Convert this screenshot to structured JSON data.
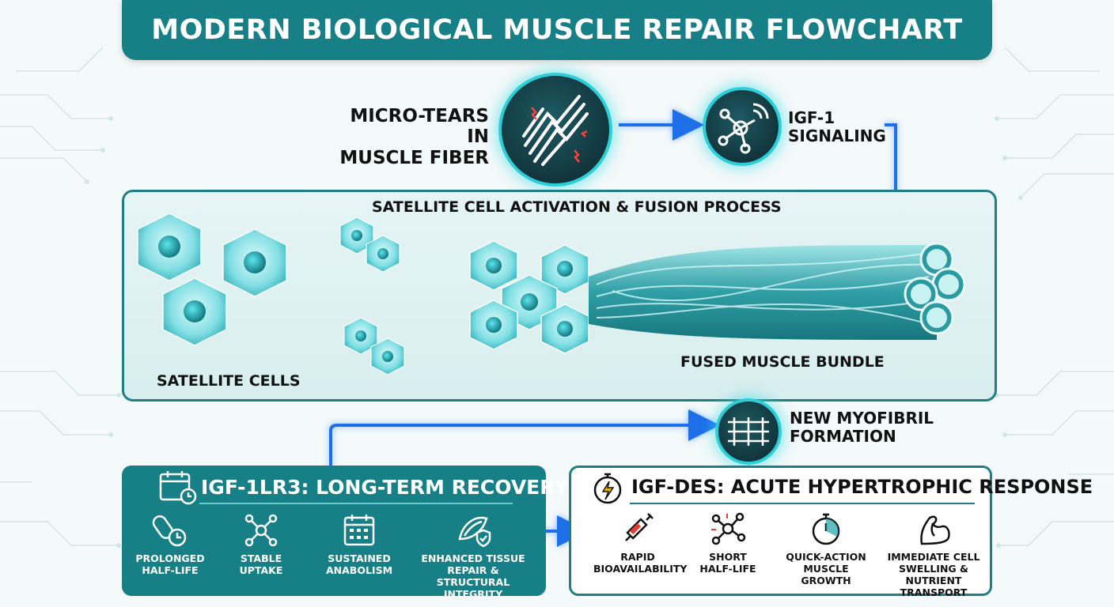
{
  "title": "MODERN BIOLOGICAL MUSCLE REPAIR FLOWCHART",
  "nodes": {
    "micro_tears": [
      "MICRO-TEARS IN",
      "MUSCLE FIBER"
    ],
    "igf_signaling": [
      "IGF-1",
      "SIGNALING"
    ],
    "new_myofibril": [
      "NEW MYOFIBRIL",
      "FORMATION"
    ]
  },
  "process": {
    "title": "SATELLITE CELL ACTIVATION & FUSION PROCESS",
    "satellite_label": "SATELLITE CELLS",
    "bundle_label": "FUSED MUSCLE BUNDLE"
  },
  "left_panel": {
    "title": "IGF-1LR3: LONG-TERM RECOVERY",
    "items": [
      {
        "icon": "pill-clock-icon",
        "lines": [
          "PROLONGED",
          "HALF-LIFE"
        ]
      },
      {
        "icon": "molecule-icon",
        "lines": [
          "STABLE",
          "UPTAKE"
        ]
      },
      {
        "icon": "calendar-icon",
        "lines": [
          "SUSTAINED",
          "ANABOLISM"
        ]
      },
      {
        "icon": "muscle-shield-icon",
        "lines": [
          "ENHANCED TISSUE",
          "REPAIR & STRUCTURAL",
          "INTEGRITY"
        ]
      }
    ]
  },
  "right_panel": {
    "title": "IGF-DES: ACUTE HYPERTROPHIC RESPONSE",
    "items": [
      {
        "icon": "syringe-icon",
        "lines": [
          "RAPID",
          "BIOAVAILABILITY"
        ]
      },
      {
        "icon": "molecule-burst-icon",
        "lines": [
          "SHORT",
          "HALF-LIFE"
        ]
      },
      {
        "icon": "stopwatch-icon",
        "lines": [
          "QUICK-ACTION",
          "MUSCLE GROWTH"
        ]
      },
      {
        "icon": "flexed-arm-icon",
        "lines": [
          "IMMEDIATE CELL",
          "SWELLING &",
          "NUTRIENT TRANSPORT"
        ]
      }
    ]
  },
  "colors": {
    "teal_dark": "#177f86",
    "teal_glow": "#2ccfd8",
    "arrow_blue": "#1e6fe8",
    "cell_cyan": "#5fd6dc"
  }
}
